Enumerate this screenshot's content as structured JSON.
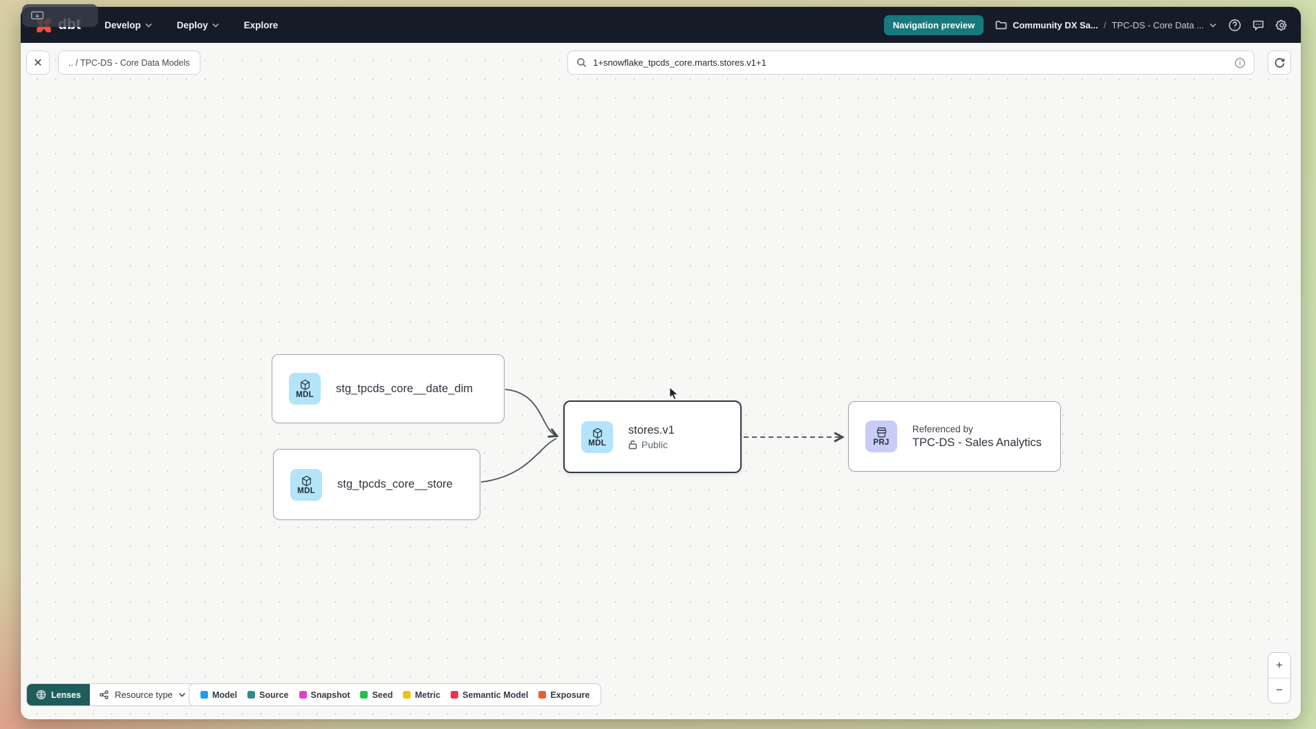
{
  "navbar": {
    "logo_text": "dbt",
    "menus": [
      {
        "label": "Develop"
      },
      {
        "label": "Deploy"
      },
      {
        "label": "Explore"
      }
    ],
    "badge": "Navigation preview",
    "breadcrumb": {
      "project": "Community DX Sa...",
      "separator": "/",
      "current": "TPC-DS - Core Data ..."
    }
  },
  "toolbar": {
    "close_label": "✕",
    "breadcrumb_chip": ".. / TPC-DS - Core Data Models",
    "search": {
      "value": "1+snowflake_tpcds_core.marts.stores.v1+1"
    }
  },
  "graph": {
    "nodes": [
      {
        "badge": "MDL",
        "title": "stg_tpcds_core__date_dim"
      },
      {
        "badge": "MDL",
        "title": "stg_tpcds_core__store"
      },
      {
        "badge": "MDL",
        "title": "stores.v1",
        "subtitle": "Public"
      },
      {
        "badge": "PRJ",
        "subtitle_top": "Referenced by",
        "title": "TPC-DS - Sales Analytics"
      }
    ]
  },
  "footer": {
    "lenses_label": "Lenses",
    "resource_type_label": "Resource type",
    "legend": [
      {
        "label": "Model",
        "color": "#1f9fe8"
      },
      {
        "label": "Source",
        "color": "#2e8c8c"
      },
      {
        "label": "Snapshot",
        "color": "#e23fc1"
      },
      {
        "label": "Seed",
        "color": "#1fc24d"
      },
      {
        "label": "Metric",
        "color": "#ecc216"
      },
      {
        "label": "Semantic Model",
        "color": "#ee3250"
      },
      {
        "label": "Exposure",
        "color": "#f05b36"
      }
    ]
  },
  "zoom_controls": {
    "zoom_in": "+",
    "zoom_out": "−"
  },
  "colors": {
    "navbar_bg": "#151c28",
    "badge_teal": "#17797d",
    "lenses_teal": "#1e5d5a",
    "dbt_orange": "#ff4f2e",
    "mdl_icon_bg": "#b3e4fa",
    "prj_icon_bg": "#c7cdf6"
  }
}
